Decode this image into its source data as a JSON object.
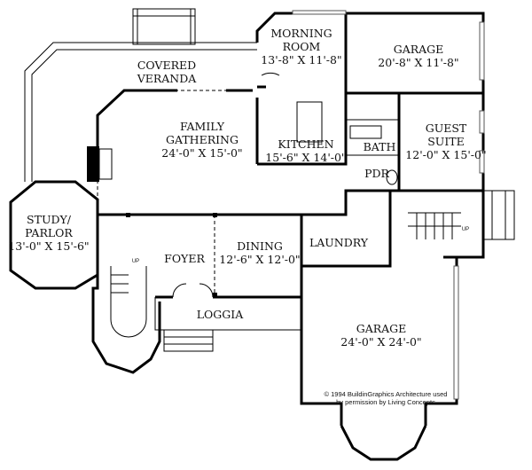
{
  "rooms": {
    "morning_room": {
      "name": "MORNING ROOM",
      "line1": "MORNING",
      "line2": "ROOM",
      "size": "13'-8\" X 11'-8\""
    },
    "garage_small": {
      "name": "GARAGE",
      "size": "20'-8\" X 11'-8\""
    },
    "veranda": {
      "line1": "COVERED",
      "line2": "VERANDA"
    },
    "family": {
      "line1": "FAMILY",
      "line2": "GATHERING",
      "size": "24'-0\" X 15'-0\""
    },
    "kitchen": {
      "name": "KITCHEN",
      "size": "15'-6\" X 14'-0\""
    },
    "bath": {
      "name": "BATH"
    },
    "pdr": {
      "name": "PDR"
    },
    "guest": {
      "line1": "GUEST",
      "line2": "SUITE",
      "size": "12'-0\" X 15'-0\""
    },
    "study": {
      "line1": "STUDY/",
      "line2": "PARLOR",
      "size": "13'-0\" X 15'-6\""
    },
    "foyer": {
      "name": "FOYER"
    },
    "dining": {
      "name": "DINING",
      "size": "12'-6\" X 12'-0\""
    },
    "laundry": {
      "name": "LAUNDRY"
    },
    "loggia": {
      "name": "LOGGIA"
    },
    "garage_large": {
      "name": "GARAGE",
      "size": "24'-0\" X 24'-0\""
    }
  },
  "stairs": {
    "up_left": "UP",
    "up_right": "UP"
  },
  "credit": {
    "line1": "© 1994 BuildinGraphics Architecture used",
    "line2": "by permission by Living Concepts"
  }
}
